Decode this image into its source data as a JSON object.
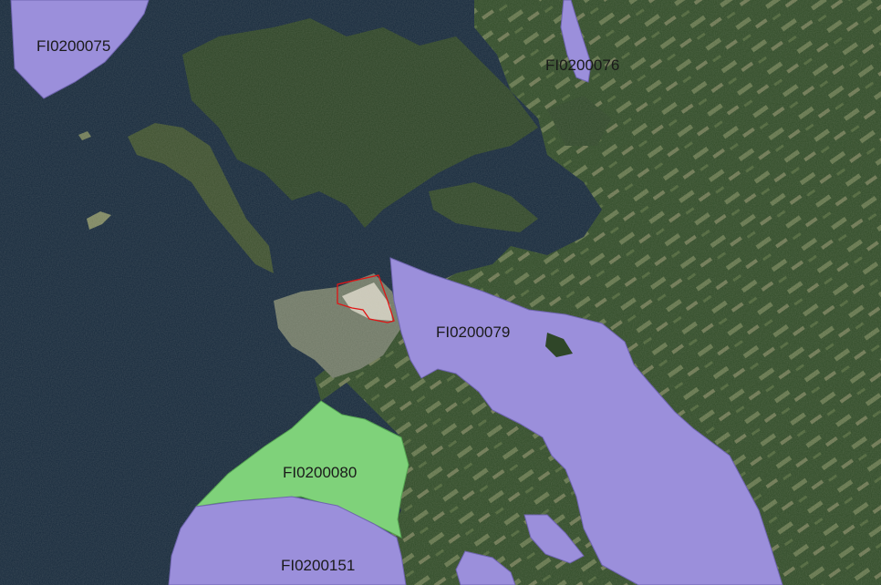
{
  "map": {
    "base_layer": "satellite imagery",
    "colors": {
      "sea": "#15283b",
      "land": "#2d4526",
      "natura_zone": "#9b8fdb",
      "natura_zone_alt": "#7fd27a",
      "site_outline": "#e01515"
    },
    "zones": [
      {
        "id": "FI0200075",
        "label": "FI0200075",
        "color_role": "natura_zone"
      },
      {
        "id": "FI0200076",
        "label": "FI0200076",
        "color_role": "natura_zone"
      },
      {
        "id": "FI0200079",
        "label": "FI0200079",
        "color_role": "natura_zone"
      },
      {
        "id": "FI0200080",
        "label": "FI0200080",
        "color_role": "natura_zone_alt"
      },
      {
        "id": "FI0200151",
        "label": "FI0200151",
        "color_role": "natura_zone"
      }
    ]
  }
}
